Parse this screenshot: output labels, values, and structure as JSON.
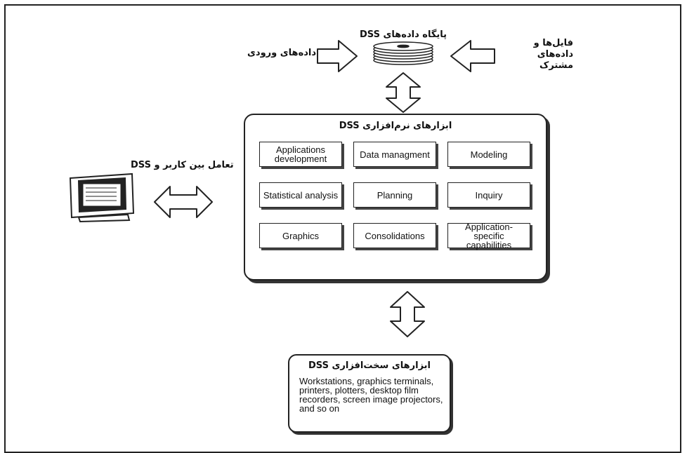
{
  "database": {
    "title": "پایگاه داده‌های DSS",
    "input_data": "داده‌های ورودی",
    "shared_files": "فایل‌ها و داده‌های مشترک"
  },
  "interaction": {
    "label": "تعامل بین کاربر و DSS"
  },
  "software": {
    "title": "ابزارهای نرم‌افزاری DSS",
    "tools": [
      "Applications development",
      "Data managment",
      "Modeling",
      "Statistical analysis",
      "Planning",
      "Inquiry",
      "Graphics",
      "Consolidations",
      "Application-specific capabilities"
    ]
  },
  "hardware": {
    "title": "ابزارهای سخت‌افزاری DSS",
    "body": "Workstations, graphics terminals, printers, plotters, desktop film recorders, screen image projectors, and so on"
  }
}
